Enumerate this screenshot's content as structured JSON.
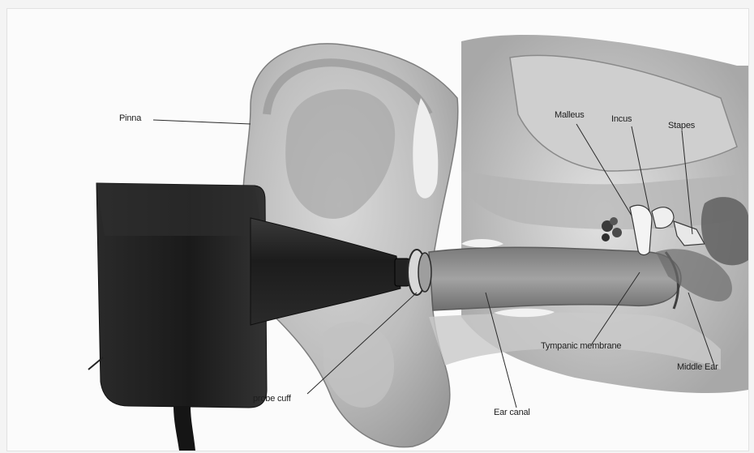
{
  "figure": {
    "labels": {
      "pinna": "Pinna",
      "malleus": "Malleus",
      "incus": "Incus",
      "stapes": "Stapes",
      "tympanic_membrane": "Tympanic membrane",
      "middle_ear": "Middle Ear",
      "probe_cuff": "probe cuff",
      "ear_canal": "Ear canal"
    }
  }
}
